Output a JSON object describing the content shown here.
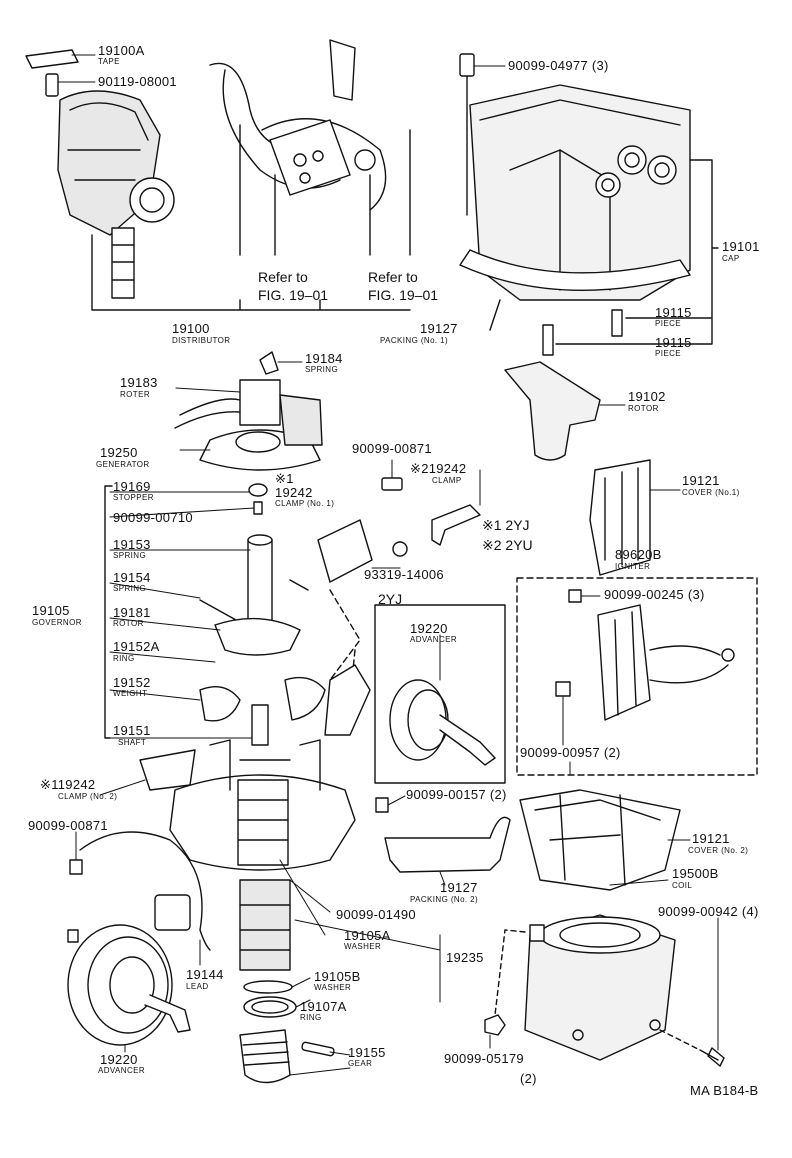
{
  "diagram": {
    "drawing_code": "MA B184-B",
    "refer_note": "Refer to",
    "refer_fig": "FIG. 19–01",
    "variant_heading": "2YJ",
    "note_1": "※1  2YJ",
    "note_2": "※2  2YU",
    "parts": [
      {
        "no": "19100A",
        "name": "TAPE"
      },
      {
        "no": "90119-08001",
        "name": ""
      },
      {
        "no": "90099-04977 (3)",
        "name": ""
      },
      {
        "no": "19101",
        "name": "CAP"
      },
      {
        "no": "19100",
        "name": "DISTRIBUTOR"
      },
      {
        "no": "19127",
        "name": "PACKING (No. 1)"
      },
      {
        "no": "19115",
        "name": "PIECE"
      },
      {
        "no": "19115",
        "name": "PIECE"
      },
      {
        "no": "19184",
        "name": "SPRING"
      },
      {
        "no": "19183",
        "name": "ROTER"
      },
      {
        "no": "19102",
        "name": "ROTOR"
      },
      {
        "no": "19250",
        "name": "GENERATOR"
      },
      {
        "no": "90099-00871",
        "name": ""
      },
      {
        "no": "※219242",
        "name": "CLAMP"
      },
      {
        "no": "19169",
        "name": "STOPPER"
      },
      {
        "no": "※1",
        "name": ""
      },
      {
        "no": "19242",
        "name": "CLAMP (No. 1)"
      },
      {
        "no": "90099-00710",
        "name": ""
      },
      {
        "no": "19121",
        "name": "COVER (No.1)"
      },
      {
        "no": "19153",
        "name": "SPRING"
      },
      {
        "no": "93319-14006",
        "name": ""
      },
      {
        "no": "89620B",
        "name": "IGNITER"
      },
      {
        "no": "19154",
        "name": "SPRING"
      },
      {
        "no": "90099-00245 (3)",
        "name": ""
      },
      {
        "no": "19105",
        "name": "GOVERNOR"
      },
      {
        "no": "19181",
        "name": "ROTOR"
      },
      {
        "no": "19220",
        "name": "ADVANCER"
      },
      {
        "no": "19152A",
        "name": "RING"
      },
      {
        "no": "19152",
        "name": "WEIGHT"
      },
      {
        "no": "19151",
        "name": "SHAFT"
      },
      {
        "no": "90099-00957 (2)",
        "name": ""
      },
      {
        "no": "※119242",
        "name": "CLAMP (No. 2)"
      },
      {
        "no": "90099-00157 (2)",
        "name": ""
      },
      {
        "no": "90099-00871",
        "name": ""
      },
      {
        "no": "19121",
        "name": "COVER (No. 2)"
      },
      {
        "no": "19500B",
        "name": "COIL"
      },
      {
        "no": "90099-01490",
        "name": ""
      },
      {
        "no": "19127",
        "name": "PACKING (No. 2)"
      },
      {
        "no": "90099-00942 (4)",
        "name": ""
      },
      {
        "no": "19105A",
        "name": "WASHER"
      },
      {
        "no": "19235",
        "name": ""
      },
      {
        "no": "19144",
        "name": "LEAD"
      },
      {
        "no": "19105B",
        "name": "WASHER"
      },
      {
        "no": "19107A",
        "name": "RING"
      },
      {
        "no": "19155",
        "name": "GEAR"
      },
      {
        "no": "19220",
        "name": "ADVANCER"
      },
      {
        "no": "90099-05179",
        "name": ""
      },
      {
        "no": "(2)",
        "name": ""
      }
    ]
  }
}
